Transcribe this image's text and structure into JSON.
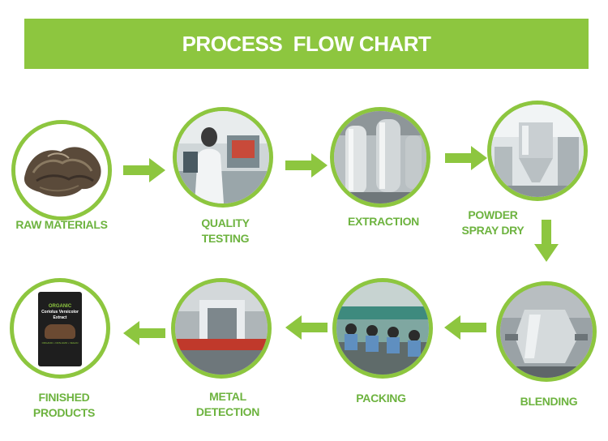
{
  "header": {
    "title": "PROCESS  FLOW CHART"
  },
  "colors": {
    "accent": "#8dc63f",
    "label": "#6db33f"
  },
  "steps": [
    {
      "id": "raw-materials",
      "lines": [
        "RAW MATERIALS"
      ]
    },
    {
      "id": "quality-testing",
      "lines": [
        "QUALITY",
        "TESTING"
      ]
    },
    {
      "id": "extraction",
      "lines": [
        "EXTRACTION"
      ]
    },
    {
      "id": "powder-spray-dry",
      "lines": [
        "POWDER",
        "SPRAY DRY"
      ]
    },
    {
      "id": "blending",
      "lines": [
        "BLENDING"
      ]
    },
    {
      "id": "packing",
      "lines": [
        "PACKING"
      ]
    },
    {
      "id": "metal-detection",
      "lines": [
        "METAL",
        "DETECTION"
      ]
    },
    {
      "id": "finished-products",
      "lines": [
        "FINISHED",
        "PRODUCTS"
      ]
    }
  ],
  "product_package": {
    "brand_line": "ORGANIC",
    "name_line_1": "Coriolus Versicolor",
    "name_line_2": "Extract",
    "tagline": "ORGANIC • NON-GMO • VEGAN"
  }
}
